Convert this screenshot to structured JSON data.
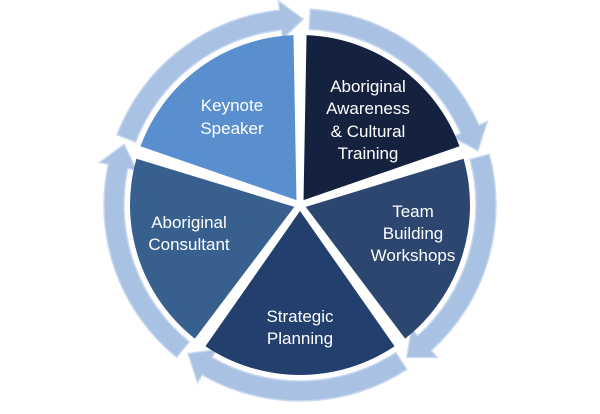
{
  "diagram": {
    "segments": [
      {
        "lines": [
          "Keynote",
          "Speaker"
        ],
        "color": "#5a8fcf"
      },
      {
        "lines": [
          "Aboriginal",
          "Awareness",
          "& Cultural",
          "Training"
        ],
        "color": "#15223f"
      },
      {
        "lines": [
          "Team",
          "Building",
          "Workshops"
        ],
        "color": "#2d4670"
      },
      {
        "lines": [
          "Strategic",
          "Planning"
        ],
        "color": "#223f6e"
      },
      {
        "lines": [
          "Aboriginal",
          "Consultant"
        ],
        "color": "#38608f"
      }
    ],
    "arrow_color": "#a9c1e3",
    "arrow_edge": "#c8d8ef"
  }
}
